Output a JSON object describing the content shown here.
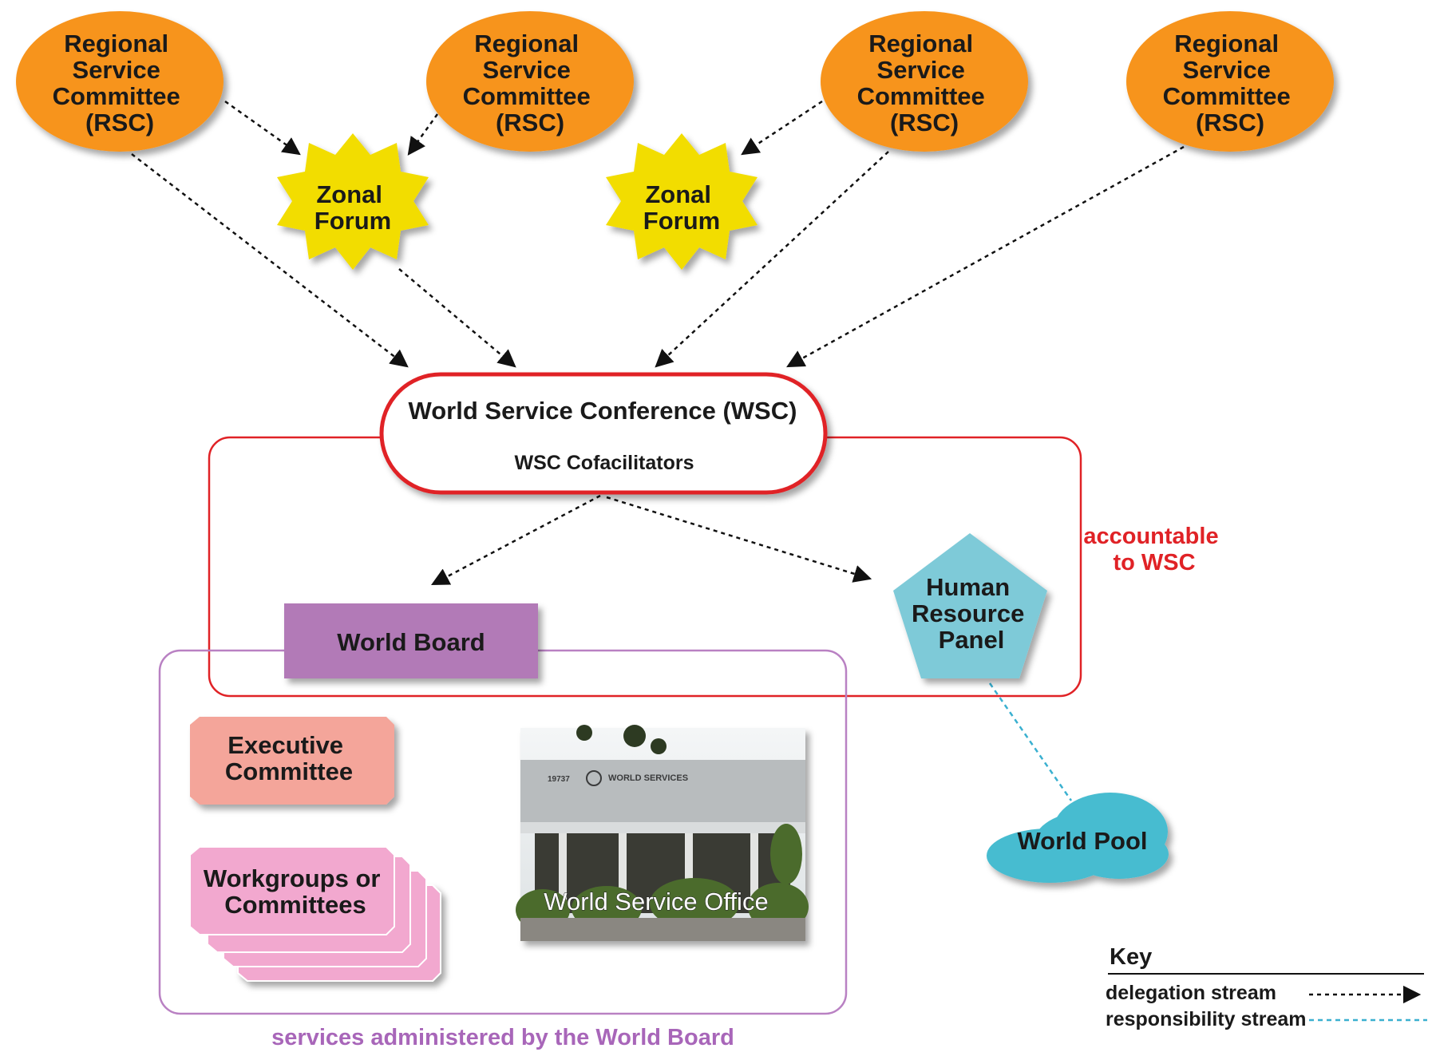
{
  "rsc": [
    {
      "lines": [
        "Regional",
        "Service",
        "Committee",
        "(RSC)"
      ]
    },
    {
      "lines": [
        "Regional",
        "Service",
        "Committee",
        "(RSC)"
      ]
    },
    {
      "lines": [
        "Regional",
        "Service",
        "Committee",
        "(RSC)"
      ]
    },
    {
      "lines": [
        "Regional",
        "Service",
        "Committee",
        "(RSC)"
      ]
    }
  ],
  "zonal": [
    {
      "lines": [
        "Zonal",
        "Forum"
      ]
    },
    {
      "lines": [
        "Zonal",
        "Forum"
      ]
    }
  ],
  "wsc": {
    "title": "World Service Conference (WSC)",
    "subtitle": "WSC Cofacilitators"
  },
  "accountable": {
    "lines": [
      "accountable",
      "to WSC"
    ]
  },
  "world_board": "World Board",
  "hrp": {
    "lines": [
      "Human",
      "Resource",
      "Panel"
    ]
  },
  "world_pool": "World Pool",
  "executive": {
    "lines": [
      "Executive",
      "Committee"
    ]
  },
  "workgroups": {
    "lines": [
      "Workgroups or",
      "Committees"
    ]
  },
  "office": {
    "caption": "World Service Office",
    "sign_number": "19737",
    "sign_text": "WORLD SERVICES"
  },
  "services_label": "services administered by the World Board",
  "key": {
    "title": "Key",
    "delegation": "delegation stream",
    "responsibility": "responsibility stream"
  },
  "colors": {
    "rsc": "#f7941d",
    "zonal": "#f2dd00",
    "wsc_border": "#e02226",
    "world_board": "#b27ab7",
    "hrp": "#7ecad8",
    "world_pool": "#47bcd0",
    "executive": "#f4a59a",
    "workgroups": "#f2a8cf",
    "services_border": "#b981c3",
    "responsibility_line": "#3ab0d0"
  }
}
